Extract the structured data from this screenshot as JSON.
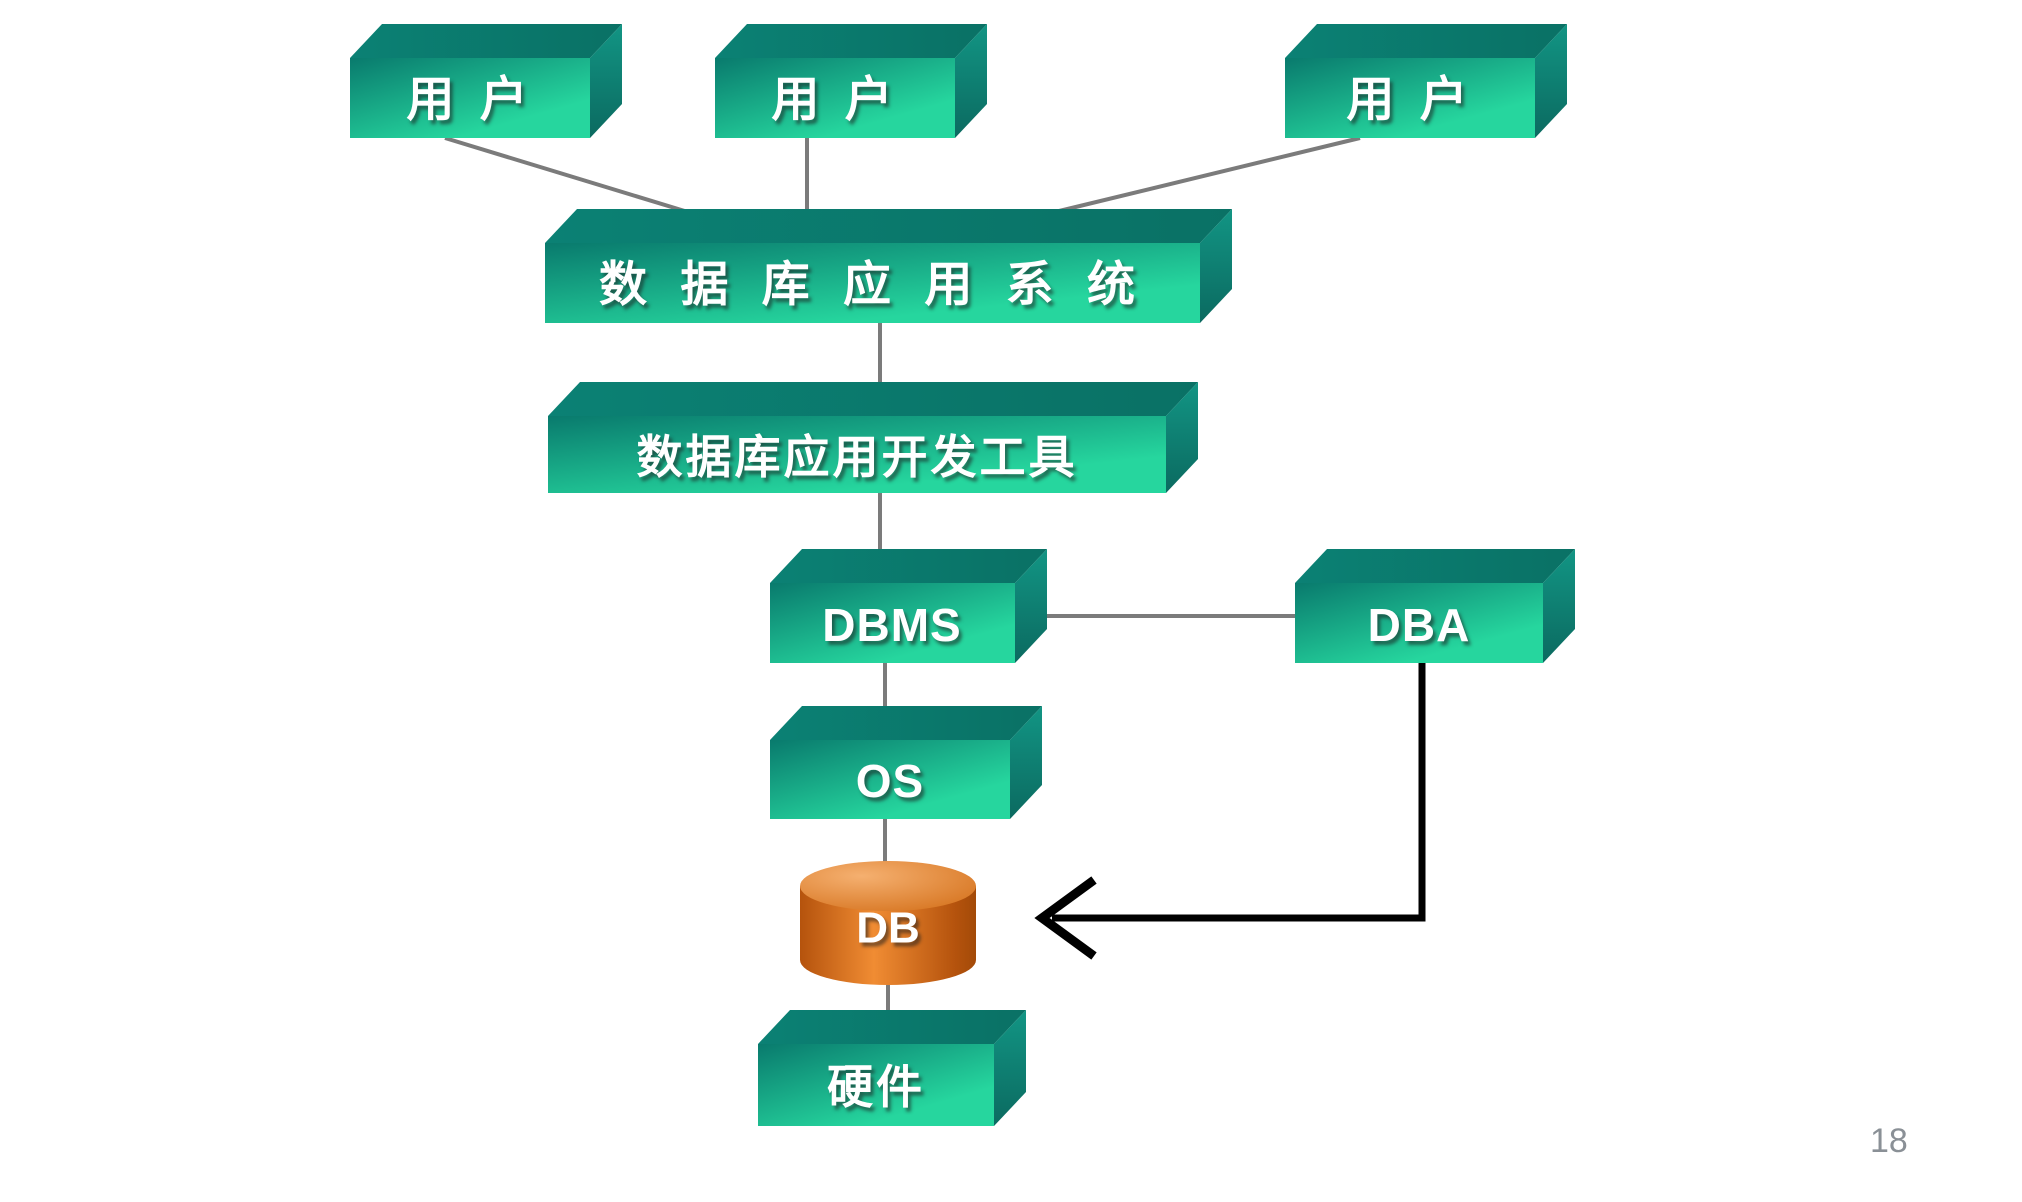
{
  "slide": {
    "background": "#ffffff",
    "page_number": "18"
  },
  "diagram": {
    "nodes": {
      "user1": {
        "label": "用 户"
      },
      "user2": {
        "label": "用 户"
      },
      "user3": {
        "label": "用 户"
      },
      "app_system": {
        "label": "数 据 库 应 用 系 统"
      },
      "dev_tools": {
        "label": "数据库应用开发工具"
      },
      "dbms": {
        "label": "DBMS"
      },
      "dba": {
        "label": "DBA"
      },
      "os": {
        "label": "OS"
      },
      "db": {
        "label": "DB"
      },
      "hardware": {
        "label": "硬件"
      }
    },
    "edges": [
      {
        "from": "user1",
        "to": "app_system",
        "style": "line"
      },
      {
        "from": "user2",
        "to": "app_system",
        "style": "line"
      },
      {
        "from": "user3",
        "to": "app_system",
        "style": "line"
      },
      {
        "from": "app_system",
        "to": "dev_tools",
        "style": "line"
      },
      {
        "from": "dev_tools",
        "to": "dbms",
        "style": "line"
      },
      {
        "from": "dbms",
        "to": "dba",
        "style": "line"
      },
      {
        "from": "dbms",
        "to": "os",
        "style": "line"
      },
      {
        "from": "os",
        "to": "db",
        "style": "line"
      },
      {
        "from": "db",
        "to": "hardware",
        "style": "line"
      },
      {
        "from": "dba",
        "to": "db",
        "style": "arrow"
      }
    ],
    "colors": {
      "box_face_dark": "#097a6d",
      "box_face_light": "#26d69e",
      "box_top_a": "#0b8174",
      "box_top_b": "#0a7165",
      "box_side_a": "#129584",
      "box_side_b": "#0b6a60",
      "cylinder_dark": "#b5530d",
      "cylinder_light": "#f08c33",
      "cylinder_edge": "#a34a08",
      "cylinder_top_light": "#f5b070",
      "cylinder_top_dark": "#d4701a",
      "connector": "#7b7b7b",
      "arrow": "#000000",
      "label_text": "#ffffff",
      "page_number_text": "#8a9096"
    }
  }
}
